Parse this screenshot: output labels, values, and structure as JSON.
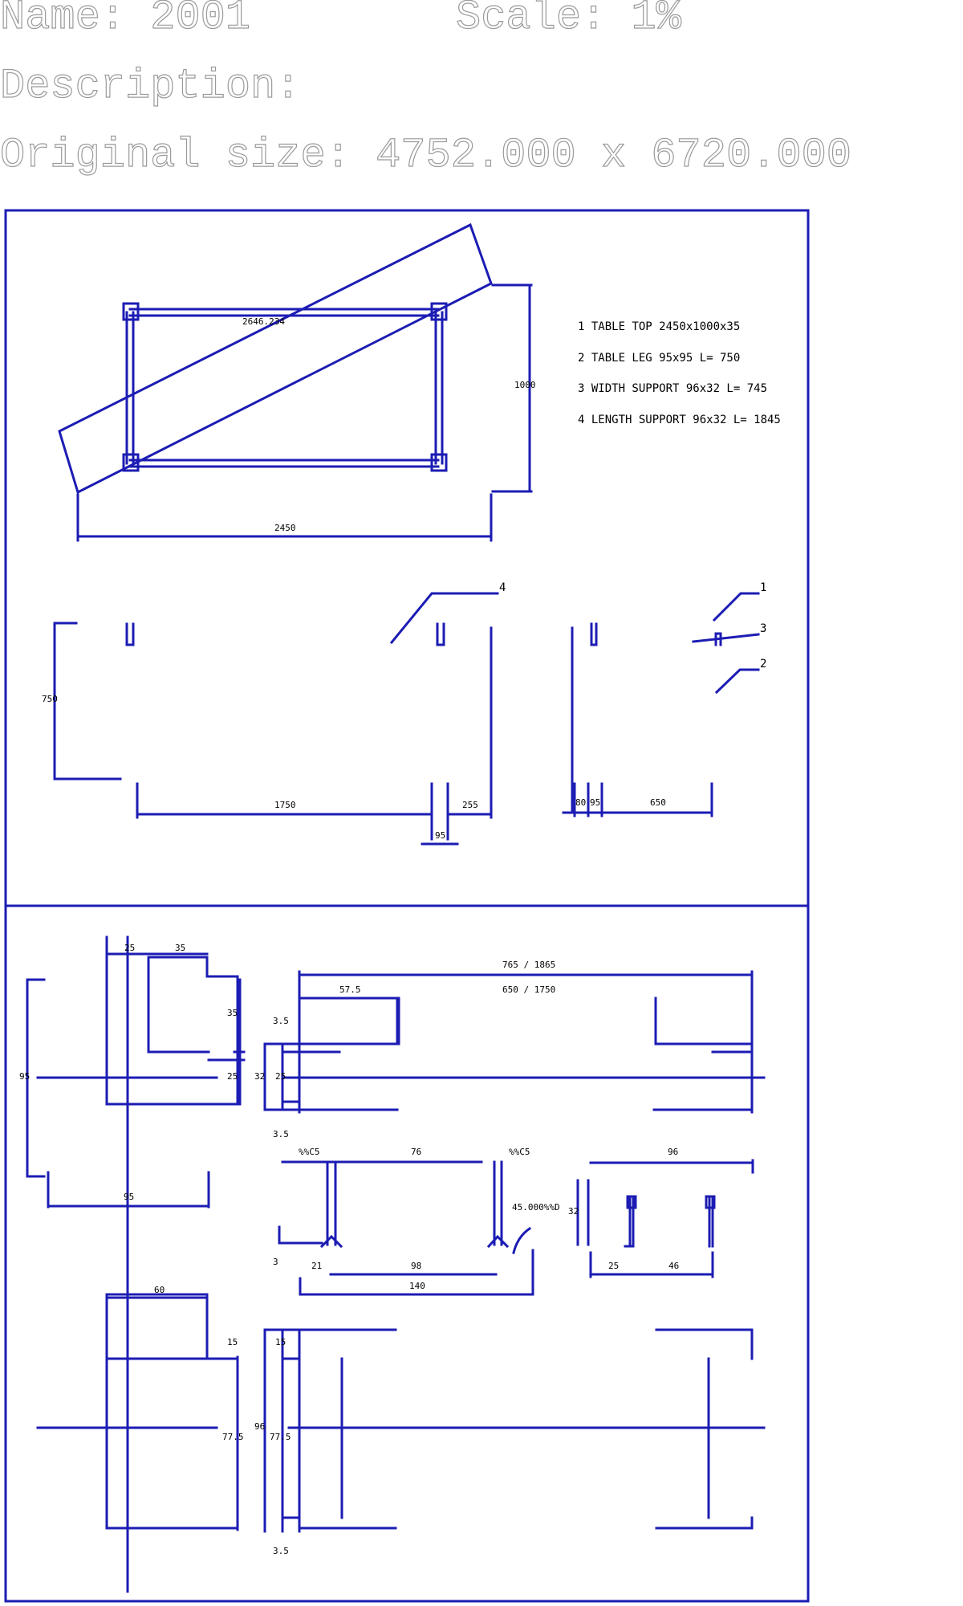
{
  "header": {
    "name_label": "Name:",
    "name_value": "2001",
    "scale_label": "Scale:",
    "scale_value": "1%",
    "description_label": "Description:",
    "original_size_label": "Original size:",
    "original_size_value": "4752.000 x 6720.000"
  },
  "colors": {
    "line": "#1c1cb4",
    "text": "#000000",
    "header_outline": "#9a9a9a"
  },
  "parts_list": [
    "1 TABLE TOP 2450x1000x35",
    "2 TABLE LEG 95x95 L= 750",
    "3 WIDTH SUPPORT 96x32 L= 745",
    "4 LENGTH SUPPORT 96x32 L= 1845"
  ],
  "callouts": {
    "c1": "1",
    "c2": "2",
    "c3": "3",
    "c4": "4"
  },
  "dims": {
    "diag": "2646.234",
    "h1000": "1000",
    "w2450": "2450",
    "h750": "750",
    "d1750": "1750",
    "d255": "255",
    "d95a": "95",
    "d80": "80",
    "d95b": "95",
    "d650": "650",
    "t25": "25",
    "t35": "35",
    "v35": "35",
    "v25": "25",
    "v95": "95",
    "b95": "95",
    "span1": "765 / 1865",
    "d575": "57.5",
    "span2": "650 / 1750",
    "d35a": "3.5",
    "d32": "32",
    "d25b": "25",
    "d35b": "3.5",
    "c5a": "%%C5",
    "d76": "76",
    "c5b": "%%C5",
    "d96": "96",
    "angle": "45.000%%D",
    "d32b": "32",
    "d3": "3",
    "d21": "21",
    "d98": "98",
    "d140": "140",
    "d25c": "25",
    "d46": "46",
    "d60": "60",
    "d15a": "15",
    "d15b": "15",
    "d775a": "77.5",
    "d96b": "96",
    "d775b": "77.5",
    "d35c": "3.5"
  }
}
